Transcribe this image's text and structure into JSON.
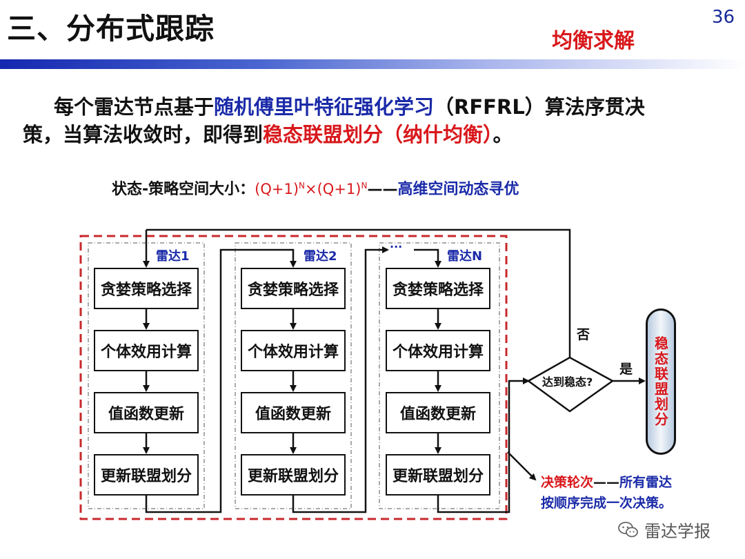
{
  "header": {
    "title": "三、分布式跟踪",
    "page_number": "36",
    "section_tag": "均衡求解",
    "bar_color": "#1428b0"
  },
  "body": {
    "p1_a": "每个雷达节点基于",
    "p1_b": "随机傅里叶特征强化学习",
    "p1_c": "（RFFRL）算法序贯决",
    "p2_a": "策，当算法收敛时，即得到",
    "p2_b": "稳态联盟划分（纳什均衡）",
    "p2_c": "。"
  },
  "space": {
    "label": "状态-策略空间大小：",
    "f1": "(Q+1)",
    "sup1": "N",
    "times": "×",
    "f2": "(Q+1)",
    "sup2": "N",
    "dash": "——",
    "desc": "高维空间动态寻优"
  },
  "diagram": {
    "radars": [
      {
        "name": "雷达1"
      },
      {
        "name": "雷达2"
      },
      {
        "name": "雷达N"
      }
    ],
    "steps": [
      "贪婪策略选择",
      "个体效用计算",
      "值函数更新",
      "更新联盟划分"
    ],
    "ellipsis": "...",
    "decision": "达到稳态?",
    "yes": "是",
    "no": "否",
    "result": "稳态联盟划分",
    "round_label": "决策轮次",
    "round_dash": "——",
    "round_desc1": "所有雷达",
    "round_desc2": "按顺序完成一次决策。",
    "colors": {
      "red": "#d8181c",
      "blue": "#1a2aa8",
      "dashed_frame": "#c8282c"
    }
  },
  "watermark": {
    "text": "雷达学报",
    "icon": "wechat-icon"
  }
}
